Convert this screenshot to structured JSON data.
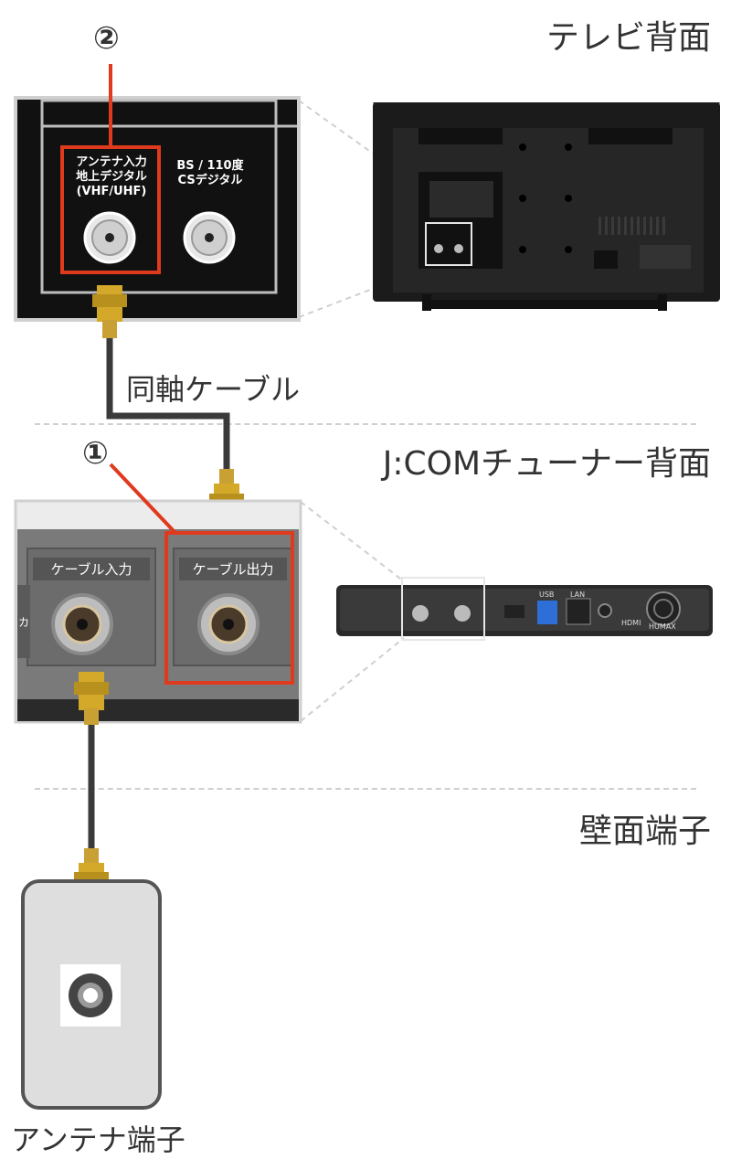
{
  "sections": {
    "tv_back": "テレビ背面",
    "tuner_back": "J:COMチューナー背面",
    "wall_terminal": "壁面端子"
  },
  "steps": {
    "step1": "①",
    "step2": "②"
  },
  "cable_label": "同軸ケーブル",
  "antenna_terminal_label": "アンテナ端子",
  "tv_panel": {
    "terrestrial_line1": "アンテナ入力",
    "terrestrial_line2": "地上デジタル",
    "terrestrial_line3": "(VHF/UHF)",
    "bs_line1": "BS / 110度",
    "bs_line2": "CSデジタル"
  },
  "tuner_panel": {
    "cable_in": "ケーブル入力",
    "cable_out": "ケーブル出力",
    "partial_char": "カ"
  },
  "tuner_device": {
    "usb": "USB",
    "lan": "LAN",
    "hdmi": "HDMI",
    "brand": "HUMAX"
  },
  "colors": {
    "highlight_red": "#e03a1e",
    "gold": "#d4a92a",
    "dark": "#222222"
  }
}
